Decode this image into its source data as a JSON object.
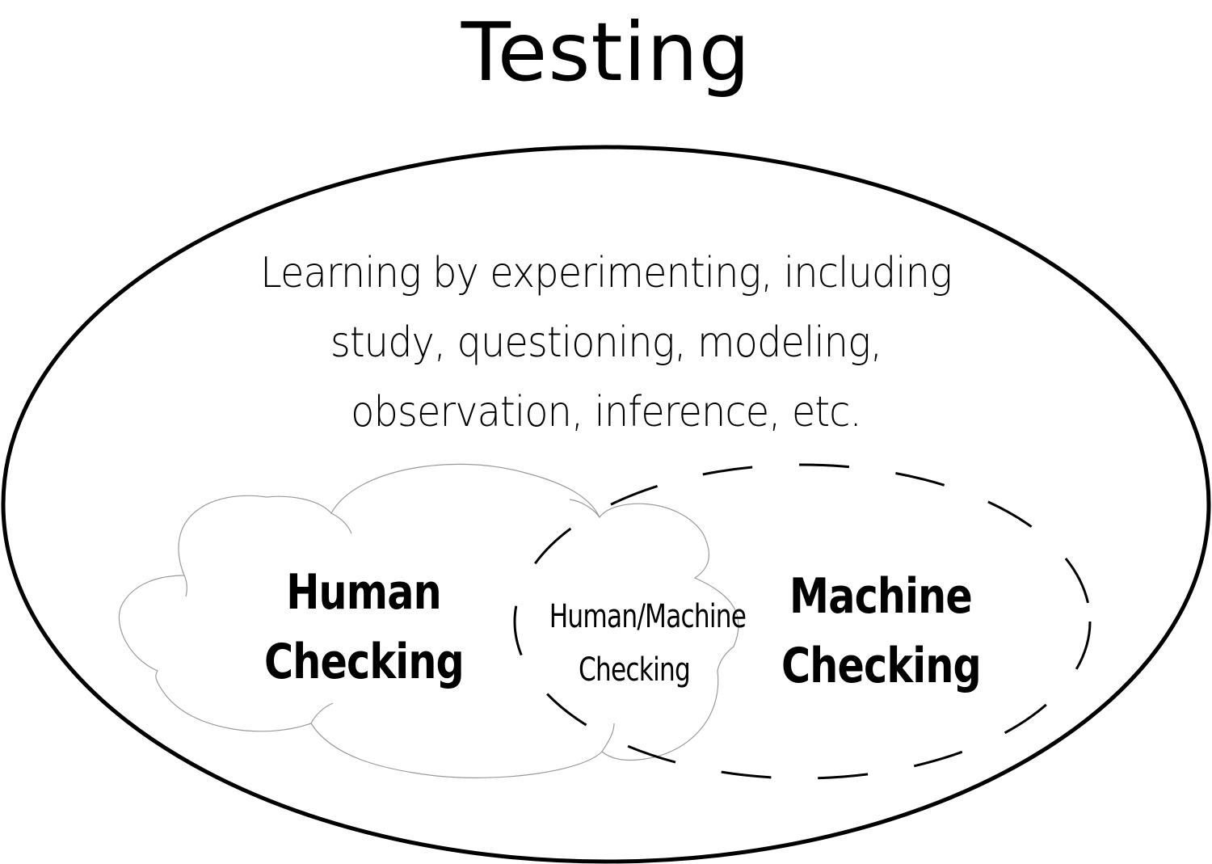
{
  "diagram": {
    "title": "Testing",
    "outer_region": {
      "label": "Testing",
      "description_lines": [
        "Learning by experimenting, including",
        "study, questioning, modeling,",
        "observation, inference, etc."
      ]
    },
    "regions": [
      {
        "id": "human",
        "shape": "cloud",
        "lines": [
          "Human",
          "Checking"
        ]
      },
      {
        "id": "machine",
        "shape": "dashed-ellipse",
        "lines": [
          "Machine",
          "Checking"
        ]
      },
      {
        "id": "overlap",
        "shape": "intersection",
        "lines": [
          "Human/Machine",
          "Checking"
        ]
      }
    ],
    "colors": {
      "background": "#ffffff",
      "outline": "#000000",
      "cloud_outline": "#9a9a9a",
      "text": "#000000"
    }
  }
}
